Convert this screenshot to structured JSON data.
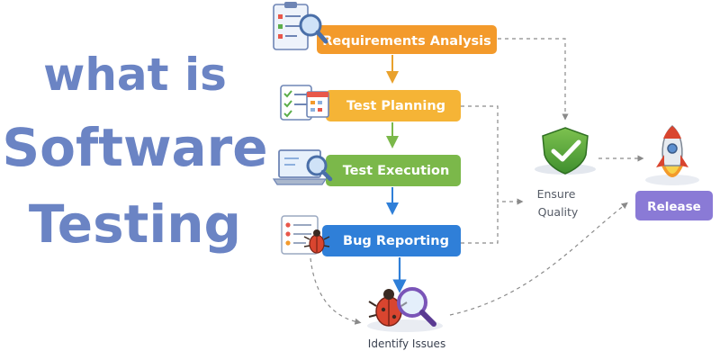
{
  "heading": {
    "line1": "what is",
    "line2": "Software",
    "line3": "Testing"
  },
  "steps": [
    {
      "label": "Requirements Analysis",
      "icon": "clipboard-magnifier-icon",
      "color": "#f39a2b"
    },
    {
      "label": "Test Planning",
      "icon": "checklist-calendar-icon",
      "color": "#f5b436"
    },
    {
      "label": "Test Execution",
      "icon": "laptop-magnifier-icon",
      "color": "#7bb84a"
    },
    {
      "label": "Bug Reporting",
      "icon": "document-bug-icon",
      "color": "#2f7fd8"
    }
  ],
  "ensure_quality": {
    "line1": "Ensure",
    "line2": "Quality",
    "icon": "shield-check-icon"
  },
  "release": {
    "label": "Release",
    "icon": "rocket-icon",
    "color": "#8a7ad6"
  },
  "identify_issues": {
    "label": "Identify Issues",
    "icon": "bug-magnifier-icon"
  }
}
